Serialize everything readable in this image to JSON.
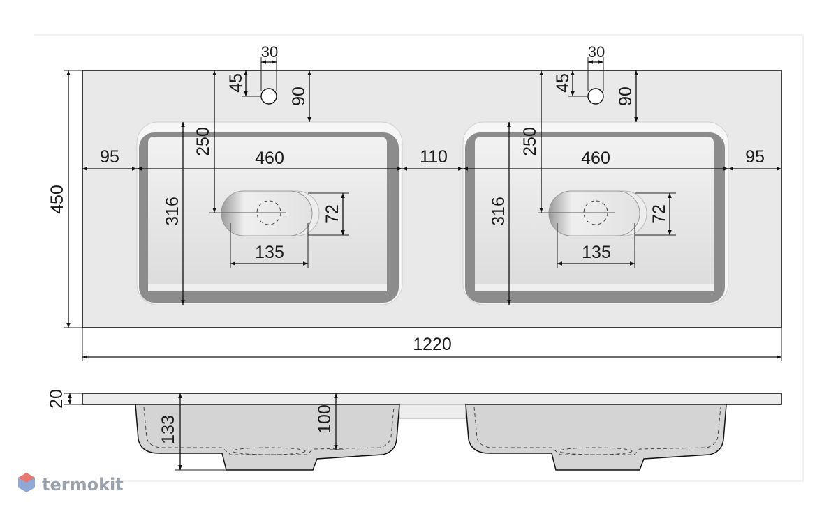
{
  "top_view": {
    "total_width": "1220",
    "total_depth": "450",
    "left_margin": "95",
    "right_margin": "95",
    "gap_between_bowls": "110",
    "bowl_left": {
      "width": "460",
      "depth": "316",
      "drain_offset": "250",
      "drain_width": "135",
      "drain_height": "72",
      "tap_hole_diameter": "30",
      "tap_hole_offset": "45",
      "bowl_offset": "90"
    },
    "bowl_right": {
      "width": "460",
      "depth": "316",
      "drain_offset": "250",
      "drain_width": "135",
      "drain_height": "72",
      "tap_hole_diameter": "30",
      "tap_hole_offset": "45",
      "bowl_offset": "90"
    }
  },
  "side_view": {
    "slab_thickness": "20",
    "bowl_depth": "133",
    "inner_depth": "100"
  },
  "watermark": "termokit",
  "colors": {
    "slab": "#e8e8e8",
    "bowl_shadow": "#8c8c8c",
    "bowl_inner": "#e6e6e6",
    "section": "#d4d4d4",
    "logo_red": "#e8786e",
    "logo_blue": "#8fa8d6"
  }
}
